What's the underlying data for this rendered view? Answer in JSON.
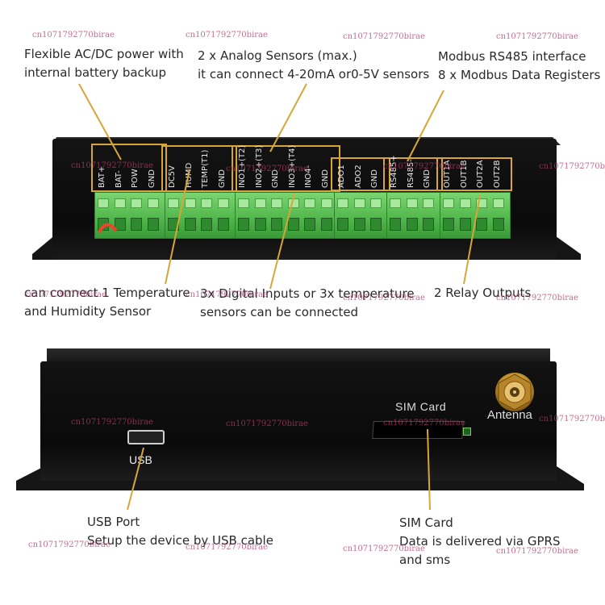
{
  "captions": {
    "power": [
      "Flexible AC/DC power with",
      "internal battery backup"
    ],
    "analog": [
      "2 x Analog Sensors (max.)",
      "it can connect 4-20mA or0-5V sensors"
    ],
    "modbus": [
      "Modbus RS485 interface",
      "8 x Modbus Data Registers"
    ],
    "temp_humidity": [
      "can connect 1 Temperature",
      "and Humidity Sensor"
    ],
    "digital": [
      "3x Digital Inputs or 3x temperature",
      "sensors can be connected"
    ],
    "relay": [
      "2 Relay Outputs"
    ],
    "usb": [
      "USB Port",
      "Setup the device by USB cable"
    ],
    "sim": [
      "SIM Card",
      "Data is delivered via GPRS",
      "and sms"
    ]
  },
  "terminal_labels": [
    "BAT+",
    "BAT-",
    "POW",
    "GND",
    "DC5V",
    "HUMD",
    "TEMP(T1)",
    "GND",
    "INO1+(T2)",
    "INO2+(T3)",
    "GND",
    "INO3+(T4)",
    "INO4-",
    "GND",
    "ADO1",
    "ADO2",
    "GND",
    "RS485+",
    "RS485-",
    "GND",
    "OUT1A",
    "OUT1B",
    "OUT2A",
    "OUT2B"
  ],
  "device_labels": {
    "usb": "USB",
    "sim_card": "SIM Card",
    "antenna": "Antenna"
  },
  "watermark": "cn1071792770birae",
  "colors": {
    "annotation_line": "#d8a637",
    "terminal_green": "#4fb54a",
    "device_body": "#0d0d0d",
    "watermark": "#b33a6a"
  }
}
